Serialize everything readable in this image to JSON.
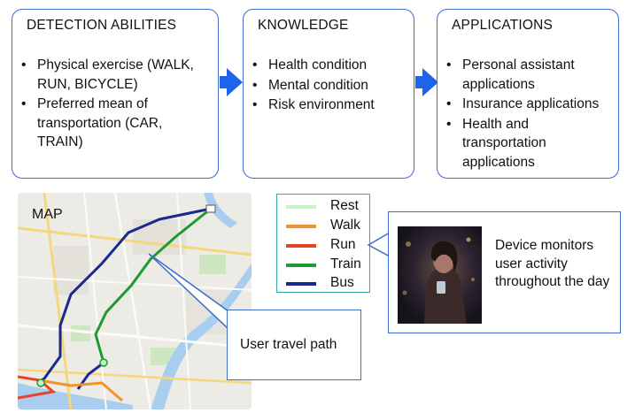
{
  "boxes": {
    "detection": {
      "title": "DETECTION ABILITIES",
      "items": [
        "Physical exercise (WALK, RUN, BICYCLE)",
        "Preferred mean of transportation (CAR, TRAIN)"
      ]
    },
    "knowledge": {
      "title": "KNOWLEDGE",
      "items": [
        "Health condition",
        "Mental condition",
        "Risk environment"
      ]
    },
    "applications": {
      "title": "APPLICATIONS",
      "items": [
        "Personal assistant applications",
        "Insurance applications",
        "Health and transportation applications"
      ]
    }
  },
  "map": {
    "label": "MAP"
  },
  "legend": {
    "items": [
      {
        "label": "Rest",
        "color": "#c8f2c8"
      },
      {
        "label": "Walk",
        "color": "#f0932b"
      },
      {
        "label": "Run",
        "color": "#e8412a"
      },
      {
        "label": "Train",
        "color": "#1e9b2e"
      },
      {
        "label": "Bus",
        "color": "#1a2a8c"
      }
    ]
  },
  "callouts": {
    "travel": "User travel path",
    "device": "Device monitors user activity throughout the day"
  },
  "colors": {
    "box_border": "#3b6cc7",
    "arrow": "#1e63e8",
    "legend_border": "#3aa6a6"
  }
}
